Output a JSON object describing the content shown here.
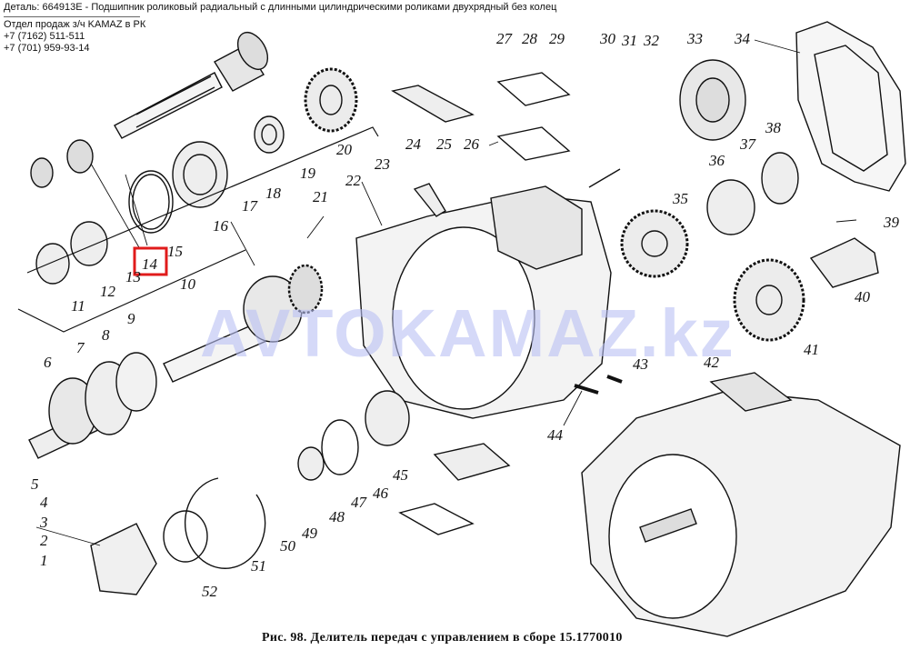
{
  "header": {
    "part_line": "Деталь: 664913E - Подшипник роликовый радиальный с длинными цилиндрическими роликами двухрядный без колец",
    "contact_title": "Отдел продаж з/ч KAMAZ в РК",
    "phone_1": "+7 (7162) 511-511",
    "phone_2": "+7 (701) 959-93-14"
  },
  "watermark": "AVTOKAMAZ.kz",
  "caption": "Рис. 98. Делитель передач с управлением в сборе 15.1770010",
  "highlighted_callout": "14",
  "highlight_color": "#e01b1b",
  "callouts": [
    "1",
    "2",
    "3",
    "4",
    "5",
    "6",
    "7",
    "8",
    "9",
    "10",
    "11",
    "12",
    "13",
    "14",
    "15",
    "16",
    "17",
    "18",
    "19",
    "20",
    "21",
    "22",
    "23",
    "24",
    "25",
    "26",
    "27",
    "28",
    "29",
    "30",
    "31",
    "32",
    "33",
    "34",
    "35",
    "36",
    "37",
    "38",
    "39",
    "40",
    "41",
    "42",
    "43",
    "44",
    "45",
    "46",
    "47",
    "48",
    "49",
    "50",
    "51",
    "52"
  ]
}
